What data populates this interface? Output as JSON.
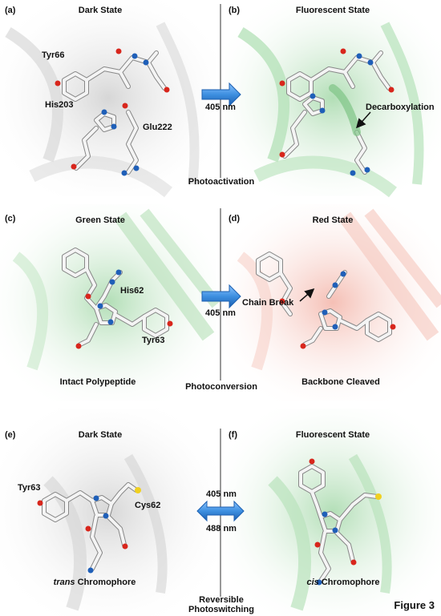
{
  "figure_label": "Figure 3",
  "rows": [
    {
      "left": {
        "id": "(a)",
        "title": "Dark State",
        "labels": {
          "res1": "Tyr66",
          "res2": "His203",
          "res3": "Glu222"
        }
      },
      "right": {
        "id": "(b)",
        "title": "Fluorescent State",
        "labels": {
          "annotation": "Decarboxylation"
        }
      },
      "arrow": {
        "wavelength": "405 nm"
      },
      "process": "Photoactivation"
    },
    {
      "left": {
        "id": "(c)",
        "title": "Green State",
        "labels": {
          "res1": "His62",
          "res2": "Tyr63"
        },
        "caption": "Intact Polypeptide"
      },
      "right": {
        "id": "(d)",
        "title": "Red State",
        "labels": {
          "annotation": "Chain Break"
        },
        "caption": "Backbone Cleaved"
      },
      "arrow": {
        "wavelength": "405 nm"
      },
      "process": "Photoconversion"
    },
    {
      "left": {
        "id": "(e)",
        "title": "Dark State",
        "labels": {
          "res1": "Tyr63",
          "res2": "Cys62"
        },
        "caption_italic": "trans",
        "caption_rest": " Chromophore"
      },
      "right": {
        "id": "(f)",
        "title": "Fluorescent State",
        "caption_italic": "cis",
        "caption_rest": " Chromophore"
      },
      "arrow": {
        "wavelength_top": "405 nm",
        "wavelength_bottom": "488 nm"
      },
      "process_line1": "Reversible",
      "process_line2": "Photoswitching"
    }
  ],
  "colors": {
    "gray_protein": "#c9c9c9",
    "green_protein": "#9fd6a4",
    "red_protein": "#f3b4a8",
    "arrow_blue": "#3d8fe0",
    "carbon": "#f4f4f4",
    "nitrogen": "#1f5fb8",
    "oxygen": "#d8261c",
    "sulfur": "#f0d020"
  }
}
